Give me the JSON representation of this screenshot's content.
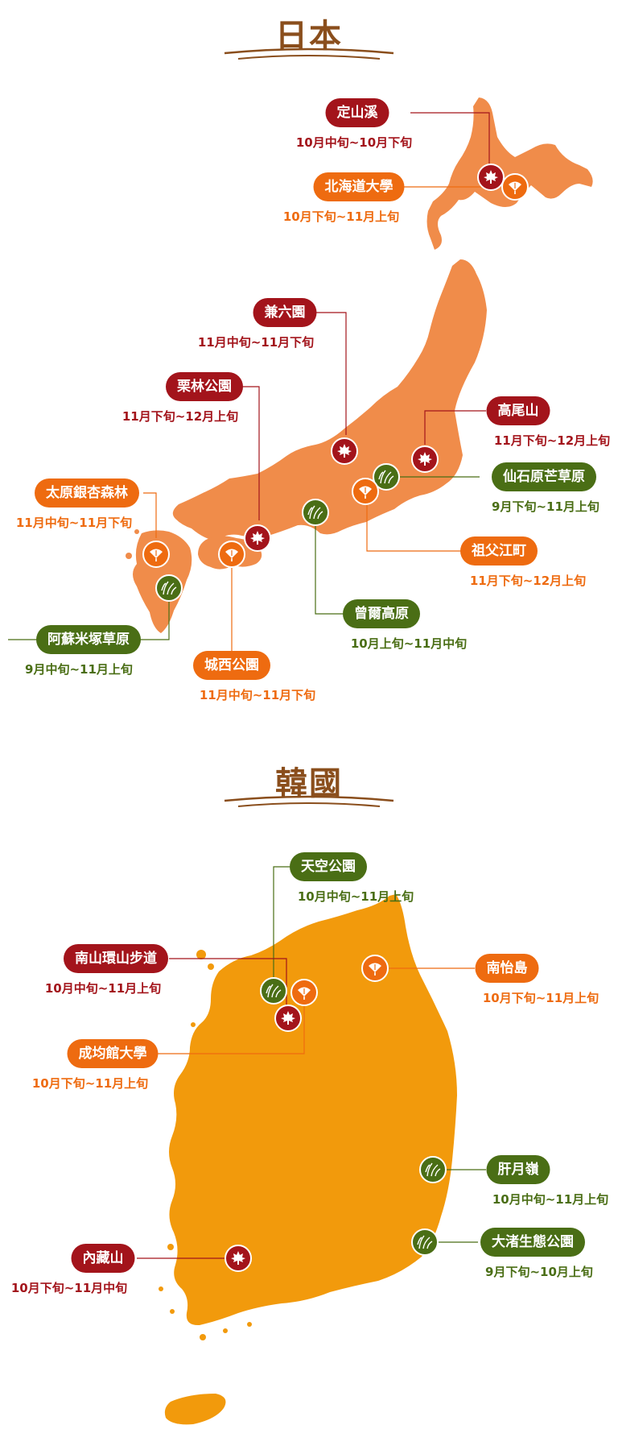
{
  "japan": {
    "title": "日本",
    "spots": [
      {
        "name": "定山溪",
        "dates": "10月中旬~10月下旬",
        "type": "maple"
      },
      {
        "name": "北海道大學",
        "dates": "10月下旬~11月上旬",
        "type": "ginkgo"
      },
      {
        "name": "兼六園",
        "dates": "11月中旬~11月下旬",
        "type": "maple"
      },
      {
        "name": "栗林公園",
        "dates": "11月下旬~12月上旬",
        "type": "maple"
      },
      {
        "name": "高尾山",
        "dates": "11月下旬~12月上旬",
        "type": "maple"
      },
      {
        "name": "仙石原芒草原",
        "dates": "9月下旬~11月上旬",
        "type": "grass"
      },
      {
        "name": "太原銀杏森林",
        "dates": "11月中旬~11月下旬",
        "type": "ginkgo"
      },
      {
        "name": "祖父江町",
        "dates": "11月下旬~12月上旬",
        "type": "ginkgo"
      },
      {
        "name": "曾爾高原",
        "dates": "10月上旬~11月中旬",
        "type": "grass"
      },
      {
        "name": "阿蘇米塚草原",
        "dates": "9月中旬~11月上旬",
        "type": "grass"
      },
      {
        "name": "城西公園",
        "dates": "11月中旬~11月下旬",
        "type": "ginkgo"
      }
    ]
  },
  "korea": {
    "title": "韓國",
    "spots": [
      {
        "name": "天空公園",
        "dates": "10月中旬~11月上旬",
        "type": "grass"
      },
      {
        "name": "南山環山步道",
        "dates": "10月中旬~11月上旬",
        "type": "maple"
      },
      {
        "name": "南怡島",
        "dates": "10月下旬~11月上旬",
        "type": "ginkgo"
      },
      {
        "name": "成均館大學",
        "dates": "10月下旬~11月上旬",
        "type": "ginkgo"
      },
      {
        "name": "肝月嶺",
        "dates": "10月中旬~11月上旬",
        "type": "grass"
      },
      {
        "name": "大渚生態公園",
        "dates": "9月下旬~10月上旬",
        "type": "grass"
      },
      {
        "name": "內藏山",
        "dates": "10月下旬~11月中旬",
        "type": "maple"
      }
    ]
  },
  "colors": {
    "maple": "#a3141b",
    "ginkgo": "#ee6b10",
    "grass": "#4a6e15",
    "japan_land": "#f08c4a",
    "korea_land": "#f29a0c",
    "title": "#8a4e1c"
  }
}
